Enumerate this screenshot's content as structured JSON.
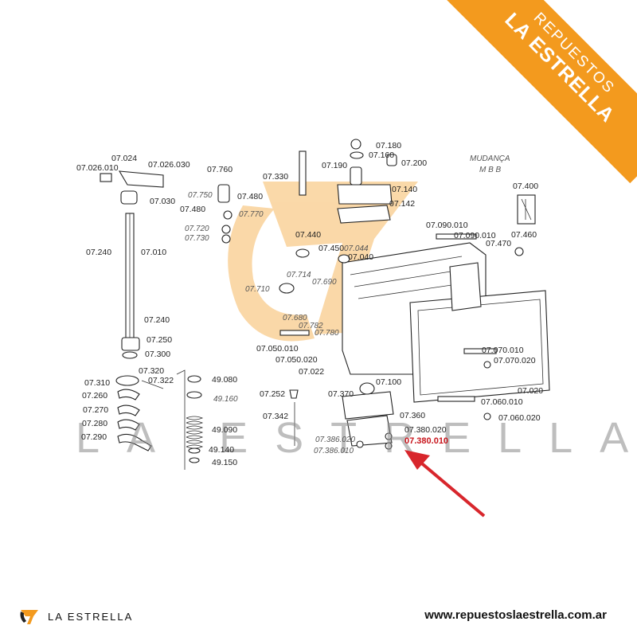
{
  "brand": {
    "banner_line1": "REPUESTOS",
    "banner_line2": "LA ESTRELLA",
    "watermark": "LA ESTRELLA",
    "footer_name": "LA ESTRELLA",
    "footer_url": "www.repuestoslaestrella.com.ar",
    "accent_color": "#f39a1e",
    "highlight_color": "#c8161d"
  },
  "diagram": {
    "note_line1": "MUDANÇA",
    "note_line2": "M B B",
    "highlighted_part": "07.380.010",
    "labels": [
      "07.024",
      "07.026.010",
      "07.026.030",
      "07.030",
      "07.010",
      "07.240",
      "07.240",
      "07.250",
      "07.300",
      "07.760",
      "07.750",
      "07.480",
      "07.480",
      "07.770",
      "07.720",
      "07.730",
      "07.330",
      "07.180",
      "07.160",
      "07.190",
      "07.200",
      "07.140",
      "07.142",
      "07.440",
      "07.450",
      "07.044",
      "07.040",
      "07.714",
      "07.710",
      "07.690",
      "07.680",
      "07.782",
      "07.780",
      "07.050.010",
      "07.050.020",
      "07.022",
      "07.400",
      "07.090.010",
      "07.090.010",
      "07.470",
      "07.460",
      "07.070.010",
      "07.070.020",
      "07.060.010",
      "07.060.020",
      "07.020",
      "07.310",
      "07.320",
      "07.322",
      "07.260",
      "07.270",
      "07.280",
      "07.290",
      "49.080",
      "49.160",
      "49.090",
      "49.140",
      "49.150",
      "07.252",
      "07.342",
      "07.370",
      "07.100",
      "07.360",
      "07.380.020",
      "07.386.020",
      "07.386.010"
    ]
  }
}
